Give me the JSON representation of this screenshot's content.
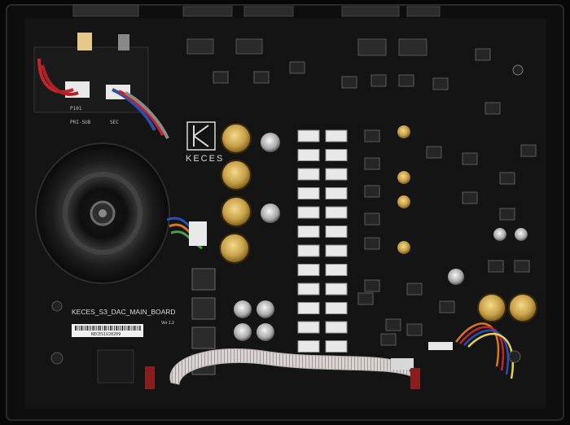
{
  "photo": {
    "subject": "",
    "logo_text": "KECES",
    "board_label": "KECES_S3_DAC_MAIN_BOARD",
    "board_version": "Ver 1.2",
    "serial_sticker": "KECES1V20209",
    "silkscreen_marks": [
      "P101",
      "PRI-SUB",
      "SEC"
    ]
  },
  "colors": {
    "chassis": "#0e0e0e",
    "pcb": "#141414",
    "cap_gold": "#c9a24a",
    "relay_white": "#e8e8e8",
    "wire_red": "#c0262d",
    "wire_blue": "#2b4fb0",
    "wire_orange": "#d9761f",
    "ribbon": "#d9d3d3"
  }
}
